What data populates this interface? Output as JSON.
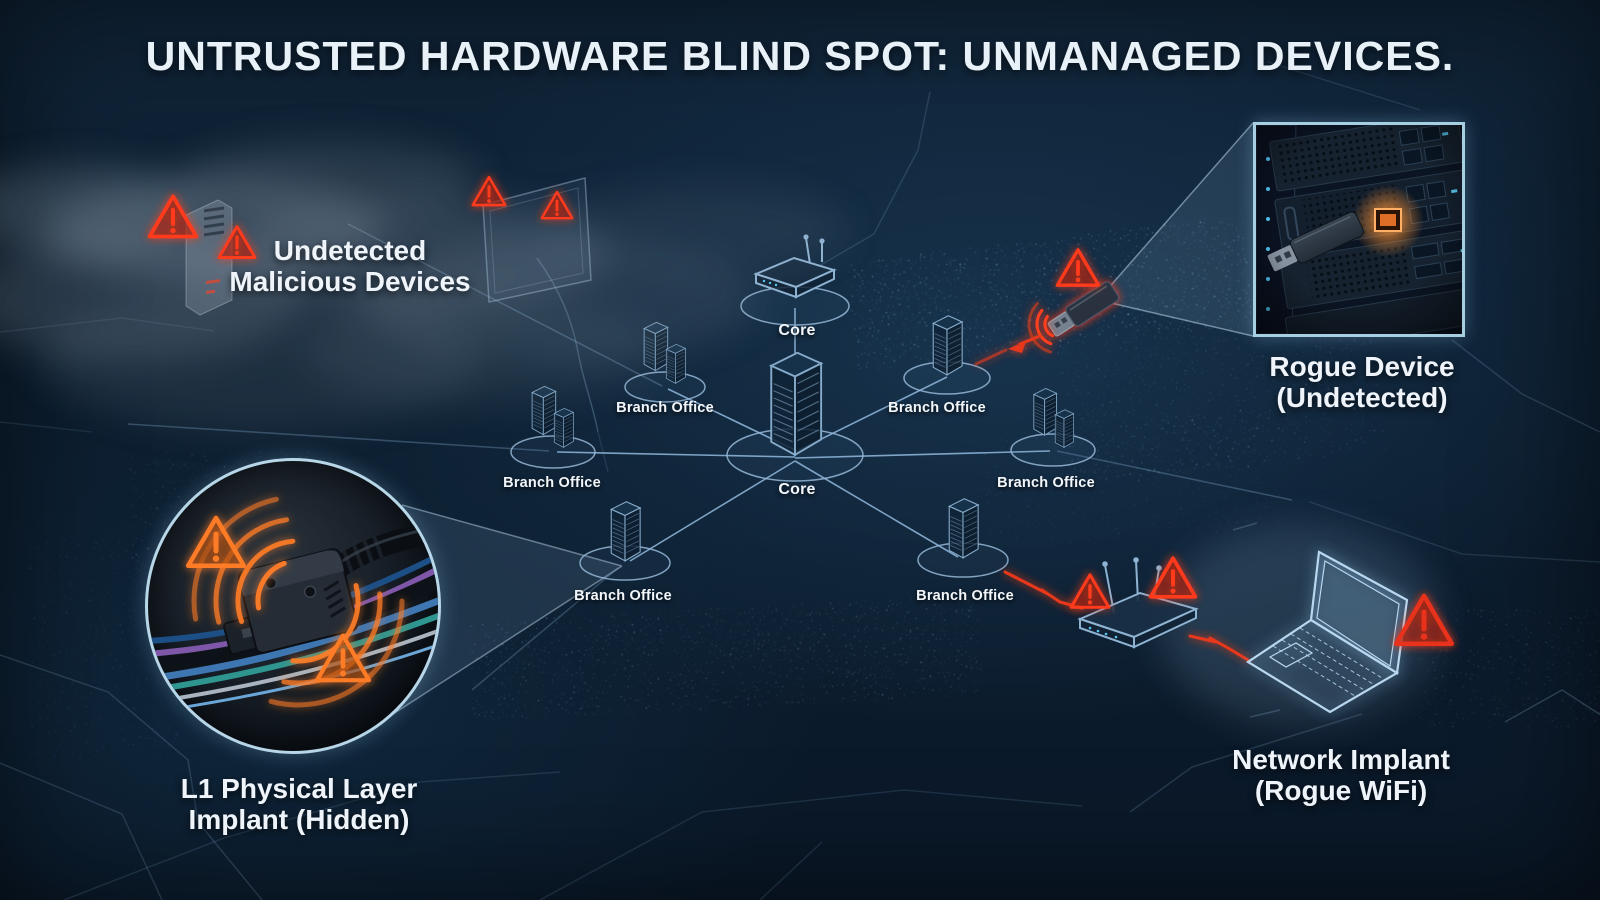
{
  "title": "UNTRUSTED HARDWARE BLIND SPOT: UNMANAGED DEVICES.",
  "colors": {
    "background": "#0d1f31",
    "wireframe": "#86aac9",
    "label_text": "#f3f7fb",
    "alert_red": "#ff3b1e",
    "alert_orange": "#ff7c26",
    "inset_border": "#a6cfe2",
    "beam": "#9cc6e8"
  },
  "icons": {
    "warning-triangle": "⚠",
    "usb-drive": "usb stick",
    "wifi-router": "access point",
    "laptop": "laptop",
    "server-tower": "server"
  },
  "network": {
    "nodes": [
      {
        "id": "core-router",
        "label": "Core"
      },
      {
        "id": "core-server",
        "label": "Core"
      },
      {
        "id": "branch-upper-left",
        "label": "Branch Office"
      },
      {
        "id": "branch-left",
        "label": "Branch Office"
      },
      {
        "id": "branch-upper-right",
        "label": "Branch Office"
      },
      {
        "id": "branch-right",
        "label": "Branch Office"
      },
      {
        "id": "branch-lower-center",
        "label": "Branch Office"
      },
      {
        "id": "branch-lower-right",
        "label": "Branch Office"
      }
    ]
  },
  "callouts": {
    "undetected_malicious": {
      "line1": "Undetected",
      "line2": "Malicious Devices"
    },
    "rogue_device": {
      "line1": "Rogue Device",
      "line2": "(Undetected)"
    },
    "l1_implant": {
      "line1": "L1 Physical Layer",
      "line2": "Implant (Hidden)"
    },
    "network_implant": {
      "line1": "Network Implant",
      "line2": "(Rogue WiFi)"
    }
  }
}
